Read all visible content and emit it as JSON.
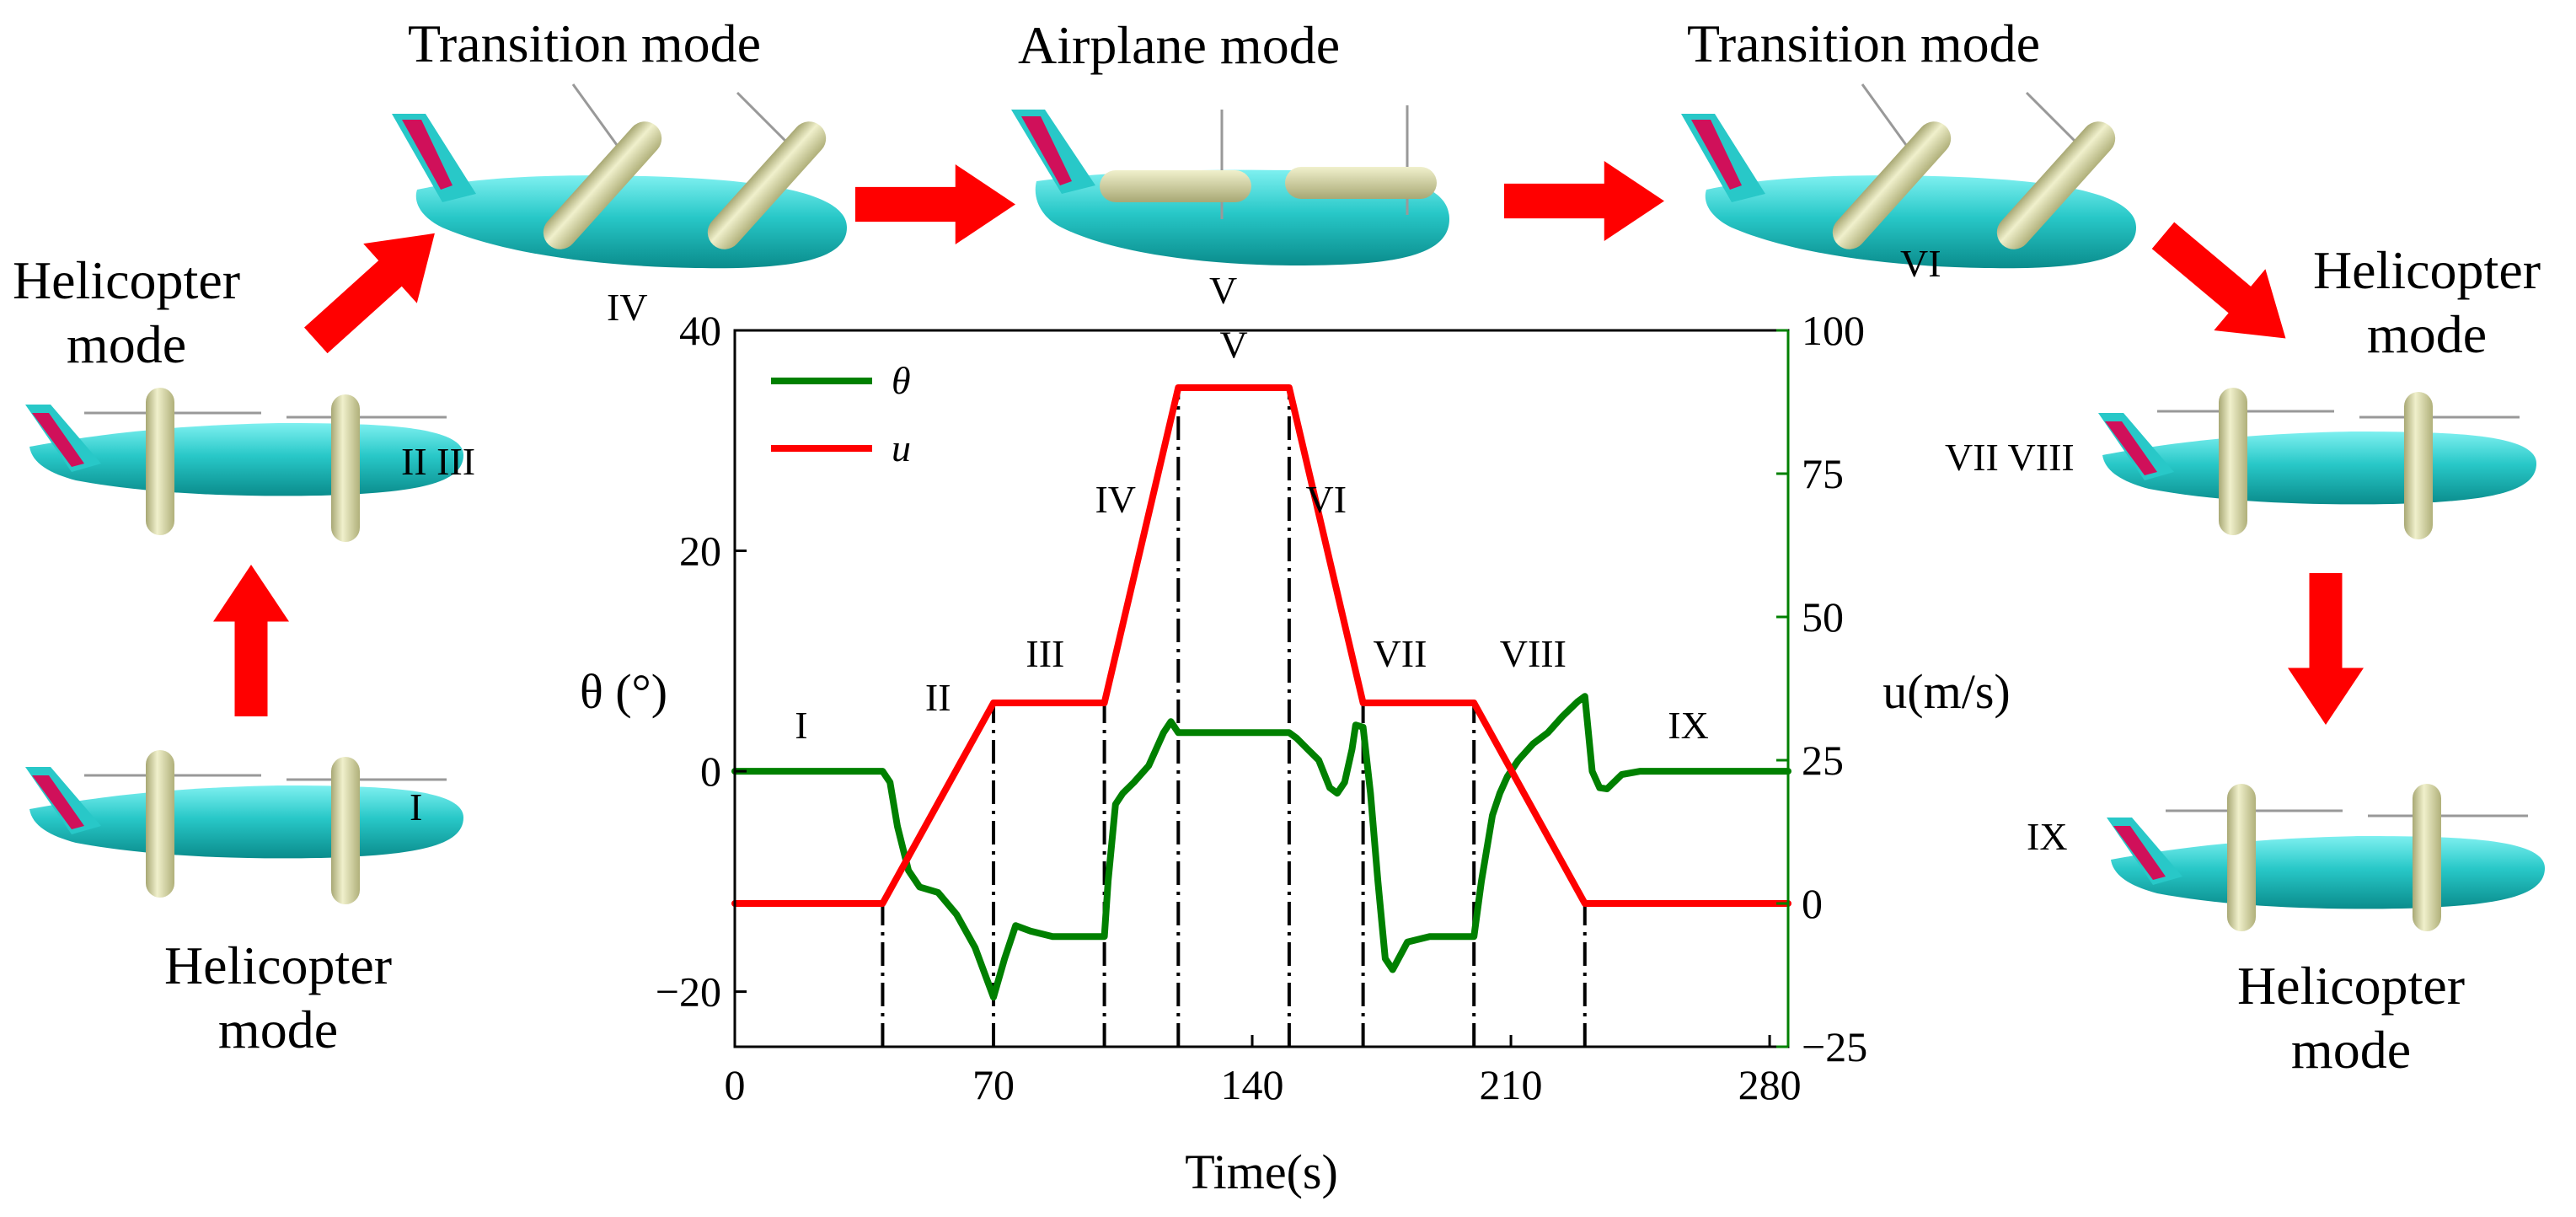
{
  "modes": {
    "helicopter_top_left": [
      "Helicopter",
      "mode"
    ],
    "transition_left": "Transition mode",
    "airplane": "Airplane mode",
    "transition_right": "Transition mode",
    "helicopter_right": [
      "Helicopter",
      "mode"
    ],
    "helicopter_bottom_left": [
      "Helicopter",
      "mode"
    ],
    "helicopter_bottom_right": [
      "Helicopter",
      "mode"
    ]
  },
  "aircraft_labels": {
    "left_mid": "II III",
    "left_bottom": "I",
    "transition_left": "IV",
    "airplane": "V",
    "transition_right": "VI",
    "right_mid": "VII VIII",
    "right_bottom": "IX"
  },
  "colors": {
    "theta": "#008000",
    "u": "#ff0000",
    "arrow": "#ff0000",
    "fuselage": "#28c8c8",
    "nacelle": "#dcdca8",
    "tail_stripe": "#d0105a",
    "right_axis": "#008000"
  },
  "chart_data": {
    "type": "line",
    "xlabel": "Time(s)",
    "ylabel_left": "θ (°)",
    "ylabel_right": "u(m/s)",
    "xlim": [
      0,
      285
    ],
    "ylim_left": [
      -25,
      40
    ],
    "ylim_right": [
      -25,
      100
    ],
    "xticks": [
      0,
      70,
      140,
      210,
      280
    ],
    "yticks_left": [
      -20,
      0,
      20,
      40
    ],
    "yticks_right": [
      -25,
      0,
      25,
      50,
      75,
      100
    ],
    "legend": {
      "placement": "top-left",
      "entries": [
        "θ",
        "u"
      ]
    },
    "grid": false,
    "phase_boundaries": [
      40,
      70,
      100,
      120,
      150,
      170,
      200,
      230
    ],
    "phase_labels": [
      {
        "text": "I",
        "x": 18,
        "y": 3
      },
      {
        "text": "II",
        "x": 55,
        "y": 5.5
      },
      {
        "text": "III",
        "x": 84,
        "y": 9.5
      },
      {
        "text": "IV",
        "x": 103,
        "y": 23.5
      },
      {
        "text": "V",
        "x": 135,
        "y": 37.5
      },
      {
        "text": "VI",
        "x": 160,
        "y": 23.5
      },
      {
        "text": "VII",
        "x": 180,
        "y": 9.5
      },
      {
        "text": "VIII",
        "x": 216,
        "y": 9.5
      },
      {
        "text": "IX",
        "x": 258,
        "y": 3
      }
    ],
    "series": [
      {
        "name": "θ",
        "axis": "left",
        "x": [
          0,
          40,
          42,
          44,
          47,
          50,
          55,
          60,
          65,
          70,
          73,
          76,
          80,
          86,
          92,
          100,
          101,
          103,
          105,
          108,
          112,
          116,
          118,
          120,
          125,
          130,
          140,
          150,
          152,
          155,
          158,
          161,
          163,
          165,
          167,
          168,
          170,
          172,
          174,
          176,
          178,
          182,
          188,
          195,
          200,
          202,
          205,
          207,
          209,
          212,
          216,
          220,
          224,
          228,
          230,
          232,
          234,
          236,
          240,
          245,
          250,
          260,
          270,
          285
        ],
        "y": [
          0,
          0,
          -1,
          -5,
          -9,
          -10.5,
          -11,
          -13,
          -16,
          -20.5,
          -17,
          -14,
          -14.5,
          -15,
          -15,
          -15,
          -10,
          -3,
          -2,
          -1,
          0.5,
          3.5,
          4.5,
          3.5,
          3.5,
          3.5,
          3.5,
          3.5,
          3,
          2,
          1,
          -1.5,
          -2,
          -1,
          2,
          4.2,
          4,
          -2,
          -10,
          -17,
          -18,
          -15.5,
          -15,
          -15,
          -15,
          -10,
          -4,
          -2,
          -0.5,
          1,
          2.5,
          3.5,
          5,
          6.3,
          6.8,
          0,
          -1.5,
          -1.6,
          -0.3,
          0,
          0,
          0,
          0,
          0
        ]
      },
      {
        "name": "u",
        "axis": "right",
        "x": [
          0,
          40,
          70,
          100,
          120,
          150,
          170,
          200,
          230,
          285
        ],
        "y": [
          0,
          0,
          35,
          35,
          90,
          90,
          35,
          35,
          0,
          0
        ]
      }
    ]
  }
}
